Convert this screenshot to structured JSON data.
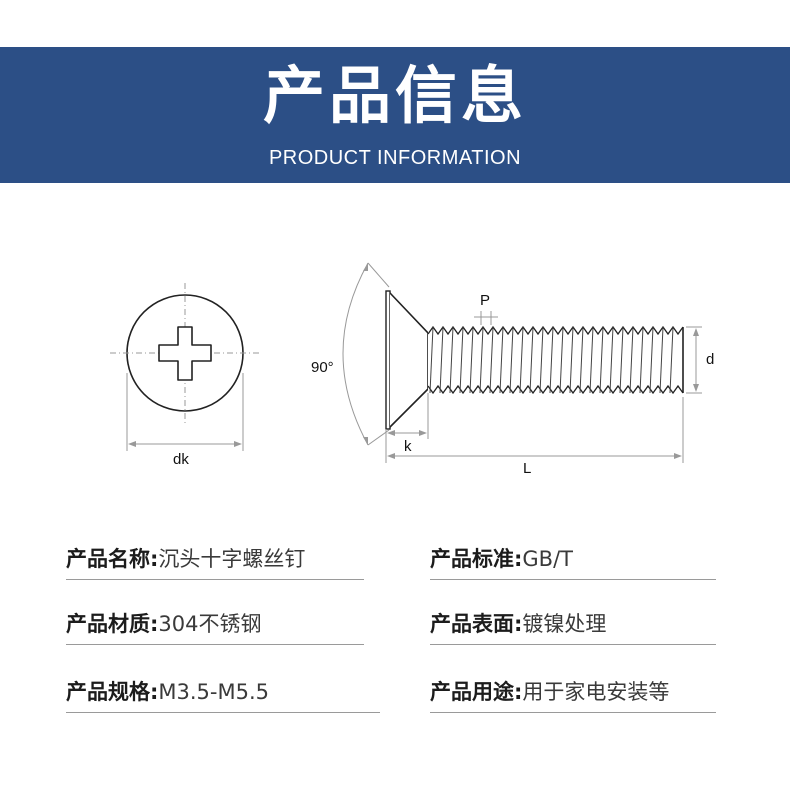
{
  "header": {
    "title": "产品信息",
    "subtitle": "PRODUCT INFORMATION"
  },
  "drawing": {
    "labels": {
      "dk": "dk",
      "angle": "90°",
      "pitch": "P",
      "diameter": "d",
      "head_height": "k",
      "length": "L"
    },
    "colors": {
      "banner": "#2c4f86",
      "line": "#222222",
      "dimension": "#999999"
    }
  },
  "specs": [
    {
      "label": "产品名称:",
      "value": "沉头十字螺丝钉"
    },
    {
      "label": "产品标准:",
      "value": "GB/T"
    },
    {
      "label": "产品材质:",
      "value": "304不锈钢"
    },
    {
      "label": "产品表面:",
      "value": "镀镍处理"
    },
    {
      "label": "产品规格:",
      "value": "M3.5-M5.5"
    },
    {
      "label": "产品用途:",
      "value": "用于家电安装等"
    }
  ]
}
